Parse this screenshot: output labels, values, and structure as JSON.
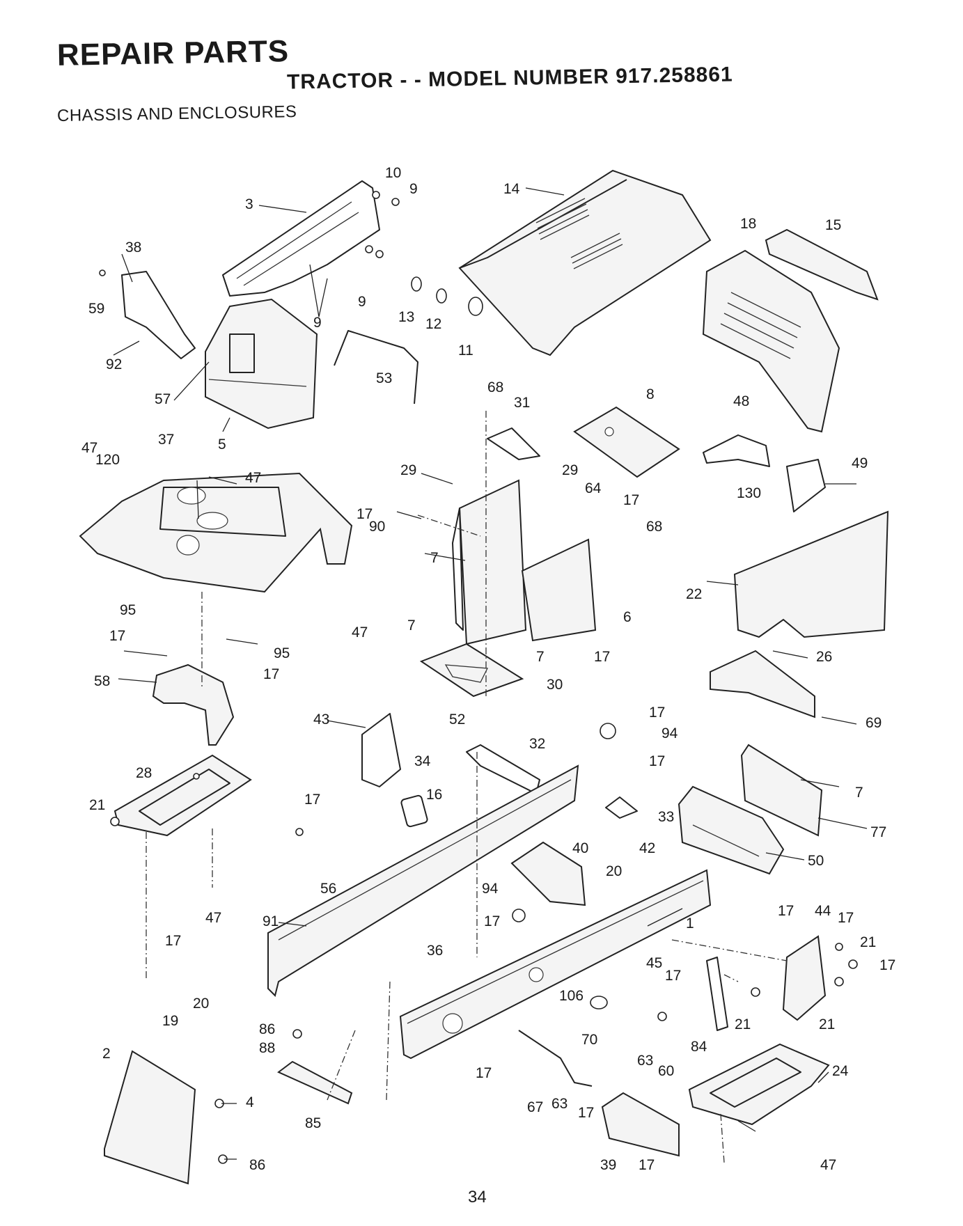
{
  "header": {
    "title": "REPAIR PARTS",
    "subtitle": "TRACTOR - - MODEL NUMBER 917.258861",
    "section": "CHASSIS AND ENCLOSURES"
  },
  "diagram": {
    "callouts": [
      {
        "id": "c1",
        "text": "10"
      },
      {
        "id": "c2",
        "text": "9"
      },
      {
        "id": "c3",
        "text": "3"
      },
      {
        "id": "c4",
        "text": "14"
      },
      {
        "id": "c5",
        "text": "18"
      },
      {
        "id": "c6",
        "text": "15"
      },
      {
        "id": "c7",
        "text": "38"
      },
      {
        "id": "c8",
        "text": "59"
      },
      {
        "id": "c9",
        "text": "9"
      },
      {
        "id": "c10",
        "text": "9"
      },
      {
        "id": "c11",
        "text": "13"
      },
      {
        "id": "c12",
        "text": "12"
      },
      {
        "id": "c13",
        "text": "11"
      },
      {
        "id": "c14",
        "text": "92"
      },
      {
        "id": "c15",
        "text": "57"
      },
      {
        "id": "c16",
        "text": "53"
      },
      {
        "id": "c17",
        "text": "68"
      },
      {
        "id": "c18",
        "text": "31"
      },
      {
        "id": "c19",
        "text": "8"
      },
      {
        "id": "c20",
        "text": "48"
      },
      {
        "id": "c21",
        "text": "5"
      },
      {
        "id": "c22",
        "text": "37"
      },
      {
        "id": "c23",
        "text": "47"
      },
      {
        "id": "c24",
        "text": "120"
      },
      {
        "id": "c25",
        "text": "47"
      },
      {
        "id": "c26",
        "text": "29"
      },
      {
        "id": "c27",
        "text": "29"
      },
      {
        "id": "c28",
        "text": "64"
      },
      {
        "id": "c29",
        "text": "17"
      },
      {
        "id": "c30",
        "text": "49"
      },
      {
        "id": "c31",
        "text": "130"
      },
      {
        "id": "c32",
        "text": "17"
      },
      {
        "id": "c33",
        "text": "90"
      },
      {
        "id": "c34",
        "text": "68"
      },
      {
        "id": "c35",
        "text": "7"
      },
      {
        "id": "c36",
        "text": "6"
      },
      {
        "id": "c37",
        "text": "22"
      },
      {
        "id": "c38",
        "text": "95"
      },
      {
        "id": "c39",
        "text": "17"
      },
      {
        "id": "c40",
        "text": "47"
      },
      {
        "id": "c41",
        "text": "7"
      },
      {
        "id": "c42",
        "text": "95"
      },
      {
        "id": "c43",
        "text": "17"
      },
      {
        "id": "c44",
        "text": "7"
      },
      {
        "id": "c45",
        "text": "17"
      },
      {
        "id": "c46",
        "text": "26"
      },
      {
        "id": "c47",
        "text": "58"
      },
      {
        "id": "c48",
        "text": "30"
      },
      {
        "id": "c49",
        "text": "17"
      },
      {
        "id": "c50",
        "text": "43"
      },
      {
        "id": "c51",
        "text": "52"
      },
      {
        "id": "c52",
        "text": "94"
      },
      {
        "id": "c53",
        "text": "69"
      },
      {
        "id": "c54",
        "text": "32"
      },
      {
        "id": "c55",
        "text": "34"
      },
      {
        "id": "c56",
        "text": "17"
      },
      {
        "id": "c57",
        "text": "28"
      },
      {
        "id": "c58",
        "text": "7"
      },
      {
        "id": "c59",
        "text": "21"
      },
      {
        "id": "c60",
        "text": "17"
      },
      {
        "id": "c61",
        "text": "16"
      },
      {
        "id": "c62",
        "text": "33"
      },
      {
        "id": "c63",
        "text": "77"
      },
      {
        "id": "c64",
        "text": "40"
      },
      {
        "id": "c65",
        "text": "42"
      },
      {
        "id": "c66",
        "text": "50"
      },
      {
        "id": "c67",
        "text": "56"
      },
      {
        "id": "c68",
        "text": "20"
      },
      {
        "id": "c69",
        "text": "94"
      },
      {
        "id": "c70",
        "text": "47"
      },
      {
        "id": "c71",
        "text": "17"
      },
      {
        "id": "c72",
        "text": "44"
      },
      {
        "id": "c73",
        "text": "17"
      },
      {
        "id": "c74",
        "text": "91"
      },
      {
        "id": "c75",
        "text": "17"
      },
      {
        "id": "c76",
        "text": "1"
      },
      {
        "id": "c77",
        "text": "17"
      },
      {
        "id": "c78",
        "text": "21"
      },
      {
        "id": "c79",
        "text": "36"
      },
      {
        "id": "c80",
        "text": "45"
      },
      {
        "id": "c81",
        "text": "17"
      },
      {
        "id": "c82",
        "text": "17"
      },
      {
        "id": "c83",
        "text": "106"
      },
      {
        "id": "c84",
        "text": "20"
      },
      {
        "id": "c85",
        "text": "19"
      },
      {
        "id": "c86",
        "text": "21"
      },
      {
        "id": "c87",
        "text": "21"
      },
      {
        "id": "c88",
        "text": "70"
      },
      {
        "id": "c89",
        "text": "86"
      },
      {
        "id": "c90",
        "text": "88"
      },
      {
        "id": "c91",
        "text": "84"
      },
      {
        "id": "c92",
        "text": "63"
      },
      {
        "id": "c93",
        "text": "60"
      },
      {
        "id": "c94",
        "text": "2"
      },
      {
        "id": "c95",
        "text": "24"
      },
      {
        "id": "c96",
        "text": "17"
      },
      {
        "id": "c97",
        "text": "4"
      },
      {
        "id": "c98",
        "text": "67"
      },
      {
        "id": "c99",
        "text": "63"
      },
      {
        "id": "c100",
        "text": "17"
      },
      {
        "id": "c101",
        "text": "85"
      },
      {
        "id": "c102",
        "text": "39"
      },
      {
        "id": "c103",
        "text": "17"
      },
      {
        "id": "c104",
        "text": "47"
      },
      {
        "id": "c105",
        "text": "86"
      }
    ]
  },
  "footer": {
    "page_number": "34"
  }
}
